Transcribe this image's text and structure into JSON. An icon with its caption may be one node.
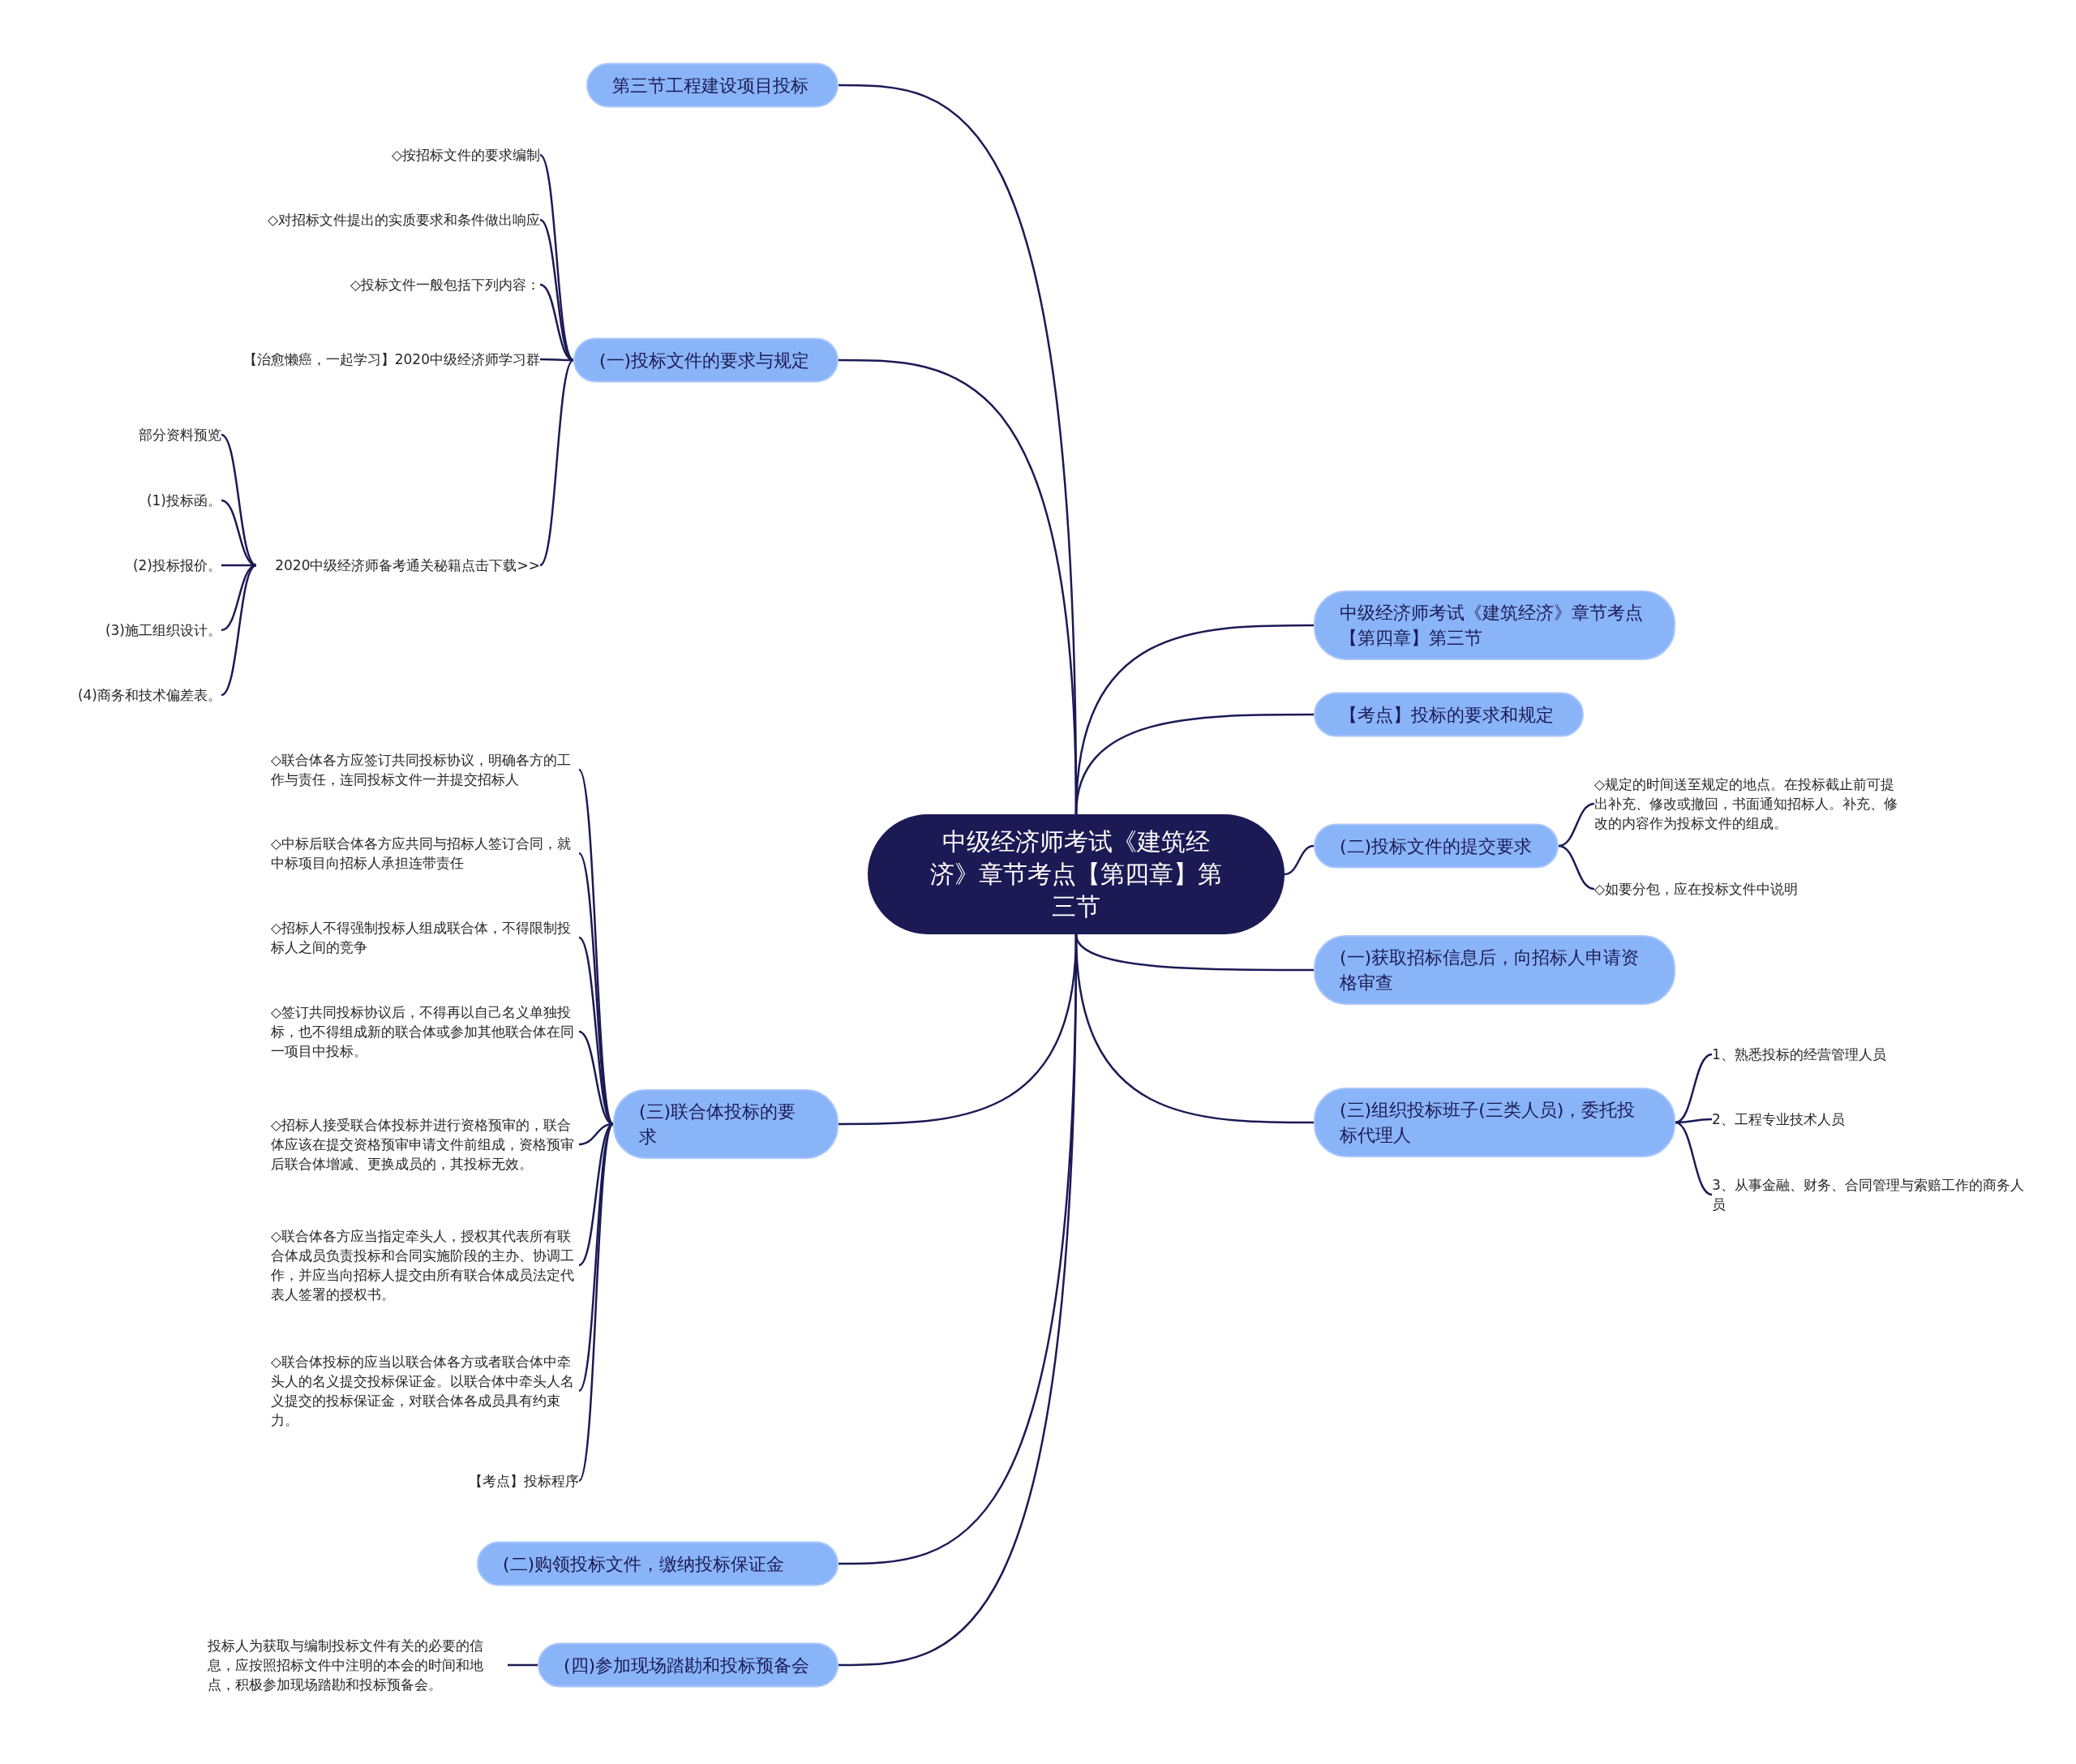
{
  "diagram": {
    "nodes": [
      {
        "text": [
          "中级经济师考试《建筑经济》章节考点【第四章】第三节"
        ]
      },
      {
        "text": [
          "第三节工程建设项目投标"
        ]
      },
      {
        "text": [
          "(一)投标文件的要求与规定"
        ]
      },
      {
        "text": [
          "◇按招标文件的要求编制"
        ]
      },
      {
        "text": [
          "◇对招标文件提出的实质要求和条件做出响应"
        ]
      },
      {
        "text": [
          "◇投标文件一般包括下列内容："
        ]
      },
      {
        "text": [
          "【治愈懒癌，一起学习】2020中级经济师学习群"
        ]
      },
      {
        "text": [
          "2020中级经济师备考通关秘籍点击下载>>"
        ]
      },
      {
        "text": [
          "部分资料预览"
        ]
      },
      {
        "text": [
          "(1)投标函。"
        ]
      },
      {
        "text": [
          "(2)投标报价。"
        ]
      },
      {
        "text": [
          "(3)施工组织设计。"
        ]
      },
      {
        "text": [
          "(4)商务和技术偏差表。"
        ]
      },
      {
        "text": [
          "(三)联合体投标的要求"
        ]
      },
      {
        "text": [
          "◇联合体各方应签订共同投标协议，明确各方的工作与责任，连同投标文件一并提交招标人"
        ]
      },
      {
        "text": [
          "◇中标后联合体各方应共同与招标人签订合同，就中标项目向招标人承担连带责任"
        ]
      },
      {
        "text": [
          "◇招标人不得强制投标人组成联合体，不得限制投标人之间的竞争"
        ]
      },
      {
        "text": [
          "◇签订共同投标协议后，不得再以自己名义单独投标，也不得组成新的联合体或参加其他联合体在同一项目中投标。"
        ]
      },
      {
        "text": [
          "◇招标人接受联合体投标并进行资格预审的，联合体应该在提交资格预审申请文件前组成，资格预审后联合体增减、更换成员的，其投标无效。"
        ]
      },
      {
        "text": [
          "◇联合体各方应当指定牵头人，授权其代表所有联合体成员负责投标和合同实施阶段的主办、协调工作，并应当向招标人提交由所有联合体成员法定代表人签署的授权书。"
        ]
      },
      {
        "text": [
          "◇联合体投标的应当以联合体各方或者联合体中牵头人的名义提交投标保证金。以联合体中牵头人名义提交的投标保证金，对联合体各成员具有约束力。"
        ]
      },
      {
        "text": [
          "【考点】投标程序"
        ]
      },
      {
        "text": [
          "(二)购领投标文件，缴纳投标保证金"
        ]
      },
      {
        "text": [
          "(四)参加现场踏勘和投标预备会"
        ]
      },
      {
        "text": [
          "投标人为获取与编制投标文件有关的必要的信息，应按照招标文件中注明的本会的时间和地点，积极参加现场踏勘和投标预备会。"
        ]
      },
      {
        "text": [
          "中级经济师考试《建筑经济》章节考点【第四章】第三节"
        ]
      },
      {
        "text": [
          "【考点】投标的要求和规定"
        ]
      },
      {
        "text": [
          "(二)投标文件的提交要求"
        ]
      },
      {
        "text": [
          "◇规定的时间送至规定的地点。在投标截止前可提出补充、修改或撤回，书面通知招标人。补充、修改的内容作为投标文件的组成。"
        ]
      },
      {
        "text": [
          "◇如要分包，应在投标文件中说明"
        ]
      },
      {
        "text": [
          "(一)获取招标信息后，向招标人申请资格审查"
        ]
      },
      {
        "text": [
          "(三)组织投标班子(三类人员)，委托投标代理人"
        ]
      },
      {
        "text": [
          "1、熟悉投标的经营管理人员"
        ]
      },
      {
        "text": [
          "2、工程专业技术人员"
        ]
      },
      {
        "text": [
          "3、从事金融、财务、合同管理与索赔工作的商务人员"
        ]
      }
    ],
    "edges": [
      {
        "from": 0,
        "to": 1,
        "arrow": "none"
      },
      {
        "from": 0,
        "to": 2,
        "arrow": "none"
      },
      {
        "from": 2,
        "to": 3,
        "arrow": "none"
      },
      {
        "from": 2,
        "to": 4,
        "arrow": "none"
      },
      {
        "from": 2,
        "to": 5,
        "arrow": "none"
      },
      {
        "from": 2,
        "to": 6,
        "arrow": "none"
      },
      {
        "from": 2,
        "to": 7,
        "arrow": "none"
      },
      {
        "from": 7,
        "to": 8,
        "arrow": "none"
      },
      {
        "from": 7,
        "to": 9,
        "arrow": "none"
      },
      {
        "from": 7,
        "to": 10,
        "arrow": "none"
      },
      {
        "from": 7,
        "to": 11,
        "arrow": "none"
      },
      {
        "from": 7,
        "to": 12,
        "arrow": "none"
      },
      {
        "from": 0,
        "to": 13,
        "arrow": "none"
      },
      {
        "from": 13,
        "to": 14,
        "arrow": "none"
      },
      {
        "from": 13,
        "to": 15,
        "arrow": "none"
      },
      {
        "from": 13,
        "to": 16,
        "arrow": "none"
      },
      {
        "from": 13,
        "to": 17,
        "arrow": "none"
      },
      {
        "from": 13,
        "to": 18,
        "arrow": "none"
      },
      {
        "from": 13,
        "to": 19,
        "arrow": "none"
      },
      {
        "from": 13,
        "to": 20,
        "arrow": "none"
      },
      {
        "from": 13,
        "to": 21,
        "arrow": "none"
      },
      {
        "from": 0,
        "to": 22,
        "arrow": "none"
      },
      {
        "from": 0,
        "to": 23,
        "arrow": "none"
      },
      {
        "from": 23,
        "to": 24,
        "arrow": "none"
      },
      {
        "from": 0,
        "to": 25,
        "arrow": "none"
      },
      {
        "from": 0,
        "to": 26,
        "arrow": "none"
      },
      {
        "from": 0,
        "to": 27,
        "arrow": "none"
      },
      {
        "from": 27,
        "to": 28,
        "arrow": "none"
      },
      {
        "from": 27,
        "to": 29,
        "arrow": "none"
      },
      {
        "from": 0,
        "to": 30,
        "arrow": "none"
      },
      {
        "from": 0,
        "to": 31,
        "arrow": "none"
      },
      {
        "from": 31,
        "to": 32,
        "arrow": "none"
      },
      {
        "from": 31,
        "to": 33,
        "arrow": "none"
      },
      {
        "from": 31,
        "to": 34,
        "arrow": "none"
      }
    ]
  }
}
